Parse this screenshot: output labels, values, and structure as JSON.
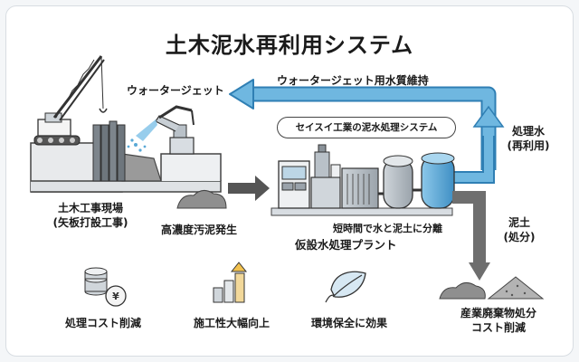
{
  "title": "土木泥水再利用システム",
  "labels": {
    "water_jet": "ウォータージェット",
    "water_quality": "ウォータージェット用水質維持",
    "plant_system": "セイスイ工業の泥水処理システム",
    "treated_water_line1": "処理水",
    "treated_water_line2": "(再利用)",
    "site_line1": "土木工事現場",
    "site_line2": "(矢板打設工事)",
    "sludge": "高濃度汚泥発生",
    "separation": "短時間で水と泥土に分離",
    "plant": "仮設水処理プラント",
    "soil_line1": "泥土",
    "soil_line2": "(処分)",
    "waste_line1": "産業廃棄物処分",
    "waste_line2": "コスト削減"
  },
  "benefits": [
    {
      "label": "処理コスト削減",
      "icon": "coin-stack-icon"
    },
    {
      "label": "施工性大幅向上",
      "icon": "bar-growth-icon"
    },
    {
      "label": "環境保全に効果",
      "icon": "leaf-icon"
    }
  ],
  "colors": {
    "water_blue": "#5aa9d6",
    "water_blue_dark": "#2f7fb4",
    "steel_gray": "#8a9299",
    "dark_line": "#333333",
    "sludge_gray": "#9a9a9a"
  }
}
